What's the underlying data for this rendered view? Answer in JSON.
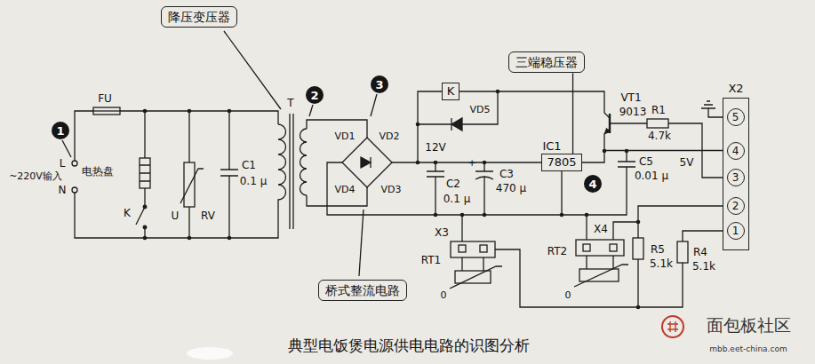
{
  "diagram": {
    "caption": "典型电饭煲电源供电电路的识图分析",
    "nodes": [
      {
        "text": [
          "降压变压器"
        ]
      },
      {
        "text": [
          "三端稳压器"
        ]
      },
      {
        "text": [
          "3"
        ]
      },
      {
        "text": [
          "K"
        ]
      },
      {
        "text": [
          "2"
        ]
      },
      {
        "text": [
          "X2"
        ]
      },
      {
        "text": [
          "5"
        ],
        "in": 5
      },
      {
        "text": [
          "4"
        ],
        "in": 5
      },
      {
        "text": [
          "3"
        ],
        "in": 5
      },
      {
        "text": [
          "2"
        ],
        "in": 5
      },
      {
        "text": [
          "1"
        ],
        "in": 5
      },
      {
        "text": [
          "1"
        ]
      },
      {
        "text": [
          "IC1",
          "7805"
        ]
      },
      {
        "text": [
          "4"
        ]
      },
      {
        "text": [
          "桥式整流电路"
        ]
      }
    ],
    "edges": [
      {
        "from": 1,
        "to": 12,
        "arrow": "none"
      },
      {
        "from": 12,
        "to": 7,
        "label": "5V",
        "arrow": "none"
      }
    ],
    "labels": [
      "FU",
      "L",
      "~220V输入",
      "N",
      "电热盘",
      "K",
      "U",
      "RV",
      "C1",
      "0.1 μ",
      "T",
      "VD1",
      "VD2",
      "VD4",
      "VD3",
      "12V",
      "VD5",
      "+",
      "C2",
      "0.1 μ",
      "C3",
      "470 μ",
      "VT1",
      "9013",
      "R1",
      "4.7k",
      "C5",
      "0.01 μ",
      "X3",
      "RT1",
      "0",
      "X4",
      "RT2",
      "0",
      "R5",
      "5.1k",
      "R4",
      "5.1k",
      "面包板社区",
      "mbb.eet-china.com"
    ]
  }
}
